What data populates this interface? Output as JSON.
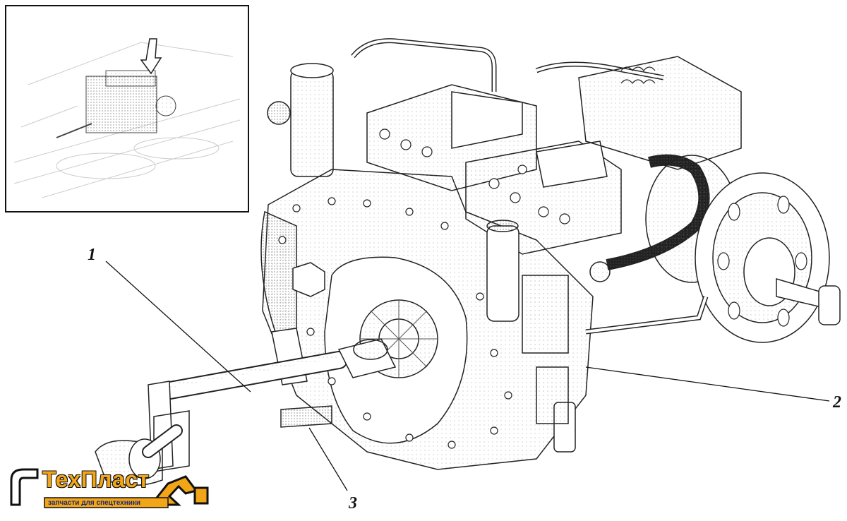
{
  "callouts": [
    {
      "id": "1",
      "label": "1"
    },
    {
      "id": "2",
      "label": "2"
    },
    {
      "id": "3",
      "label": "3"
    }
  ],
  "logo": {
    "brand": "ТехПласт",
    "tagline": "запчасти для спецтехники",
    "brand_color": "#f2a516",
    "tagline_color": "#1b2a7a"
  },
  "colors": {
    "line": "#222222",
    "shade": "#9a9a9a",
    "inset_border": "#111111"
  }
}
